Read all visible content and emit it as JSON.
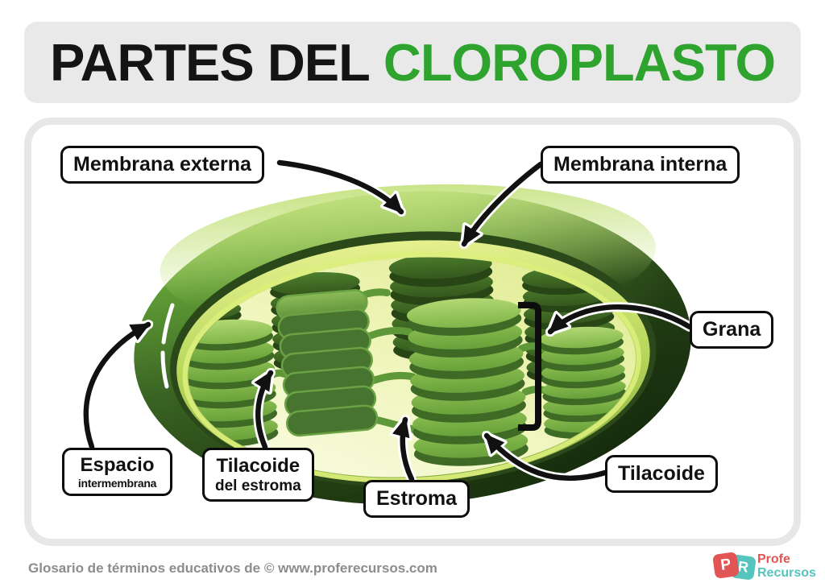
{
  "title": {
    "black": "PARTES DEL",
    "green": "CLOROPLASTO"
  },
  "labels": {
    "membrana_externa": "Membrana externa",
    "membrana_interna": "Membrana interna",
    "grana": "Grana",
    "espacio_line1": "Espacio",
    "espacio_line2": "intermembrana",
    "tilacoide_estroma_line1": "Tilacoide",
    "tilacoide_estroma_line2": "del estroma",
    "estroma": "Estroma",
    "tilacoide": "Tilacoide"
  },
  "footer": {
    "text": "Glosario de términos educativos de © www.proferecursos.com"
  },
  "logo": {
    "letter_p": "P",
    "letter_r": "R",
    "word1": "Profe",
    "word2": "Recursos"
  },
  "colors": {
    "title_green": "#2ea32e",
    "title_black": "#141414",
    "title_bar_bg": "#e9e9e9",
    "panel_border": "#e7e7e7",
    "label_border": "#0c0c0c",
    "outer_membrane_dark": "#203c12",
    "outer_membrane_light": "#9aca58",
    "inner_membrane": "#c9e06b",
    "stroma": "#f4f8cf",
    "grana_green": "#6fa83c",
    "footer_gray": "#8c8c8c",
    "logo_red": "#e25555",
    "logo_teal": "#54c4bc"
  },
  "diagram": {
    "type": "chloroplast-cutaway",
    "parts": [
      "Membrana externa",
      "Membrana interna",
      "Grana",
      "Espacio intermembrana",
      "Tilacoide del estroma",
      "Estroma",
      "Tilacoide"
    ]
  }
}
